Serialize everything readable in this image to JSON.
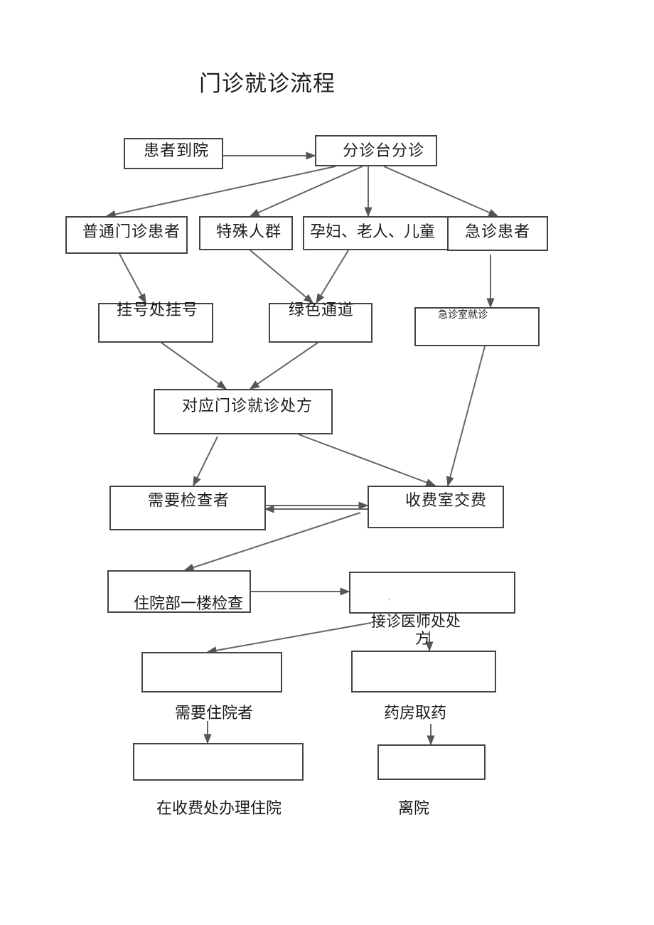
{
  "title": "门诊就诊流程",
  "nodes": {
    "arrive": "患者到院",
    "triage": "分诊台分诊",
    "general": "普通门诊患者",
    "special": "特殊人群",
    "groups": "孕妇、老人、儿童",
    "emergency": "急诊患者",
    "register": "挂号处挂号",
    "green": "绿色通道",
    "er_visit": "急诊室就诊",
    "clinic": "对应门诊就诊处方",
    "exam_needed": "需要检查者",
    "cashier": "收费室交费",
    "exam_floor": "住院部一楼检查",
    "doctor_rx_1": "接诊医师处处",
    "doctor_rx_2": "方",
    "need_admit": "需要住院者",
    "pharmacy": "药房取药",
    "admit": "在收费处办理住院",
    "leave": "离院"
  }
}
